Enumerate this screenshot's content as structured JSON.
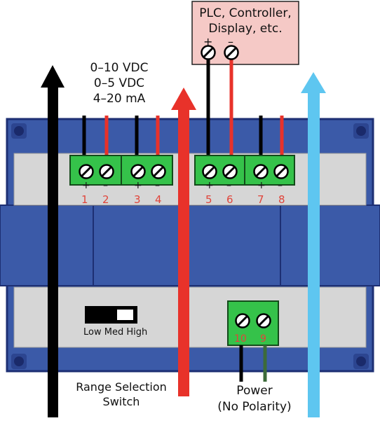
{
  "box": {
    "line1": "PLC, Controller,",
    "line2": "Display, etc.",
    "plus": "+",
    "minus": "–"
  },
  "outputs": {
    "line1": "0–10 VDC",
    "line2": "0–5 VDC",
    "line3": "4–20 mA"
  },
  "terminals_top": [
    {
      "num": "1",
      "sign": "+"
    },
    {
      "num": "2",
      "sign": "–"
    },
    {
      "num": "3",
      "sign": "+"
    },
    {
      "num": "4",
      "sign": "–"
    },
    {
      "num": "5",
      "sign": "+"
    },
    {
      "num": "6",
      "sign": "–"
    },
    {
      "num": "7",
      "sign": "+"
    },
    {
      "num": "8",
      "sign": "–"
    }
  ],
  "terminals_bottom": [
    {
      "num": "10"
    },
    {
      "num": "9"
    }
  ],
  "switch": {
    "label": "Low Med High"
  },
  "range": {
    "line1": "Range Selection",
    "line2": "Switch"
  },
  "power": {
    "line1": "Power",
    "line2": "(No Polarity)"
  },
  "colors": {
    "housing": "#3b5aa8",
    "housing_dark": "#1d2f73",
    "panel_gray": "#d6d6d6",
    "terminal_green": "#35c24a",
    "box_pink": "#f5c9c6",
    "red": "#e8322a",
    "blue": "#5ec6f0",
    "black": "#000000",
    "power_green_wire": "#3c6b3a",
    "number_red": "#e0453b"
  }
}
